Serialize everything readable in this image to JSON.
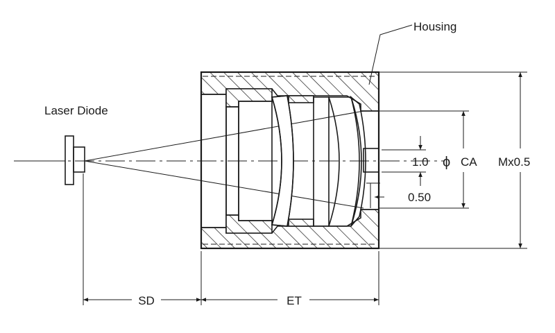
{
  "labels": {
    "housing": "Housing",
    "laser_diode": "Laser Diode",
    "dim_1_0": "1.0",
    "dim_ca_symbol": "ϕ",
    "dim_ca": "CA",
    "dim_m": "Mx0.5",
    "dim_050": "0.50",
    "dim_sd": "SD",
    "dim_et": "ET"
  },
  "colors": {
    "ink": "#1a1a1a",
    "background": "#ffffff"
  }
}
